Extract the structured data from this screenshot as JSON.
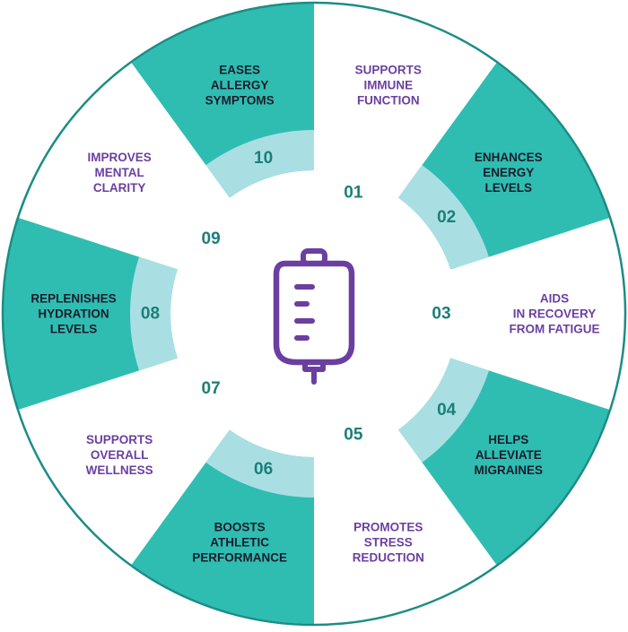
{
  "colors": {
    "teal": "#2fbdb2",
    "light_teal": "#a9dfe3",
    "white": "#ffffff",
    "outline": "#1c8c86",
    "number": "#1b7f78",
    "dark_text": "#1c1c2b",
    "purple_text": "#6b3fa0",
    "icon": "#6b3fa0"
  },
  "center_icon": "iv-bag-icon",
  "segments": [
    {
      "number": "01",
      "lines": [
        "SUPPORTS",
        "IMMUNE",
        "FUNCTION"
      ],
      "fill": "white"
    },
    {
      "number": "02",
      "lines": [
        "ENHANCES",
        "ENERGY",
        "LEVELS"
      ],
      "fill": "teal"
    },
    {
      "number": "03",
      "lines": [
        "AIDS",
        "IN RECOVERY",
        "FROM FATIGUE"
      ],
      "fill": "white"
    },
    {
      "number": "04",
      "lines": [
        "HELPS",
        "ALLEVIATE",
        "MIGRAINES"
      ],
      "fill": "teal"
    },
    {
      "number": "05",
      "lines": [
        "PROMOTES",
        "STRESS",
        "REDUCTION"
      ],
      "fill": "white"
    },
    {
      "number": "06",
      "lines": [
        "BOOSTS",
        "ATHLETIC",
        "PERFORMANCE"
      ],
      "fill": "teal"
    },
    {
      "number": "07",
      "lines": [
        "SUPPORTS",
        "OVERALL",
        "WELLNESS"
      ],
      "fill": "white"
    },
    {
      "number": "08",
      "lines": [
        "REPLENISHES",
        "HYDRATION",
        "LEVELS"
      ],
      "fill": "teal"
    },
    {
      "number": "09",
      "lines": [
        "IMPROVES",
        "MENTAL",
        "CLARITY"
      ],
      "fill": "white"
    },
    {
      "number": "10",
      "lines": [
        "EASES",
        "ALLERGY",
        "SYMPTOMS"
      ],
      "fill": "teal"
    }
  ]
}
